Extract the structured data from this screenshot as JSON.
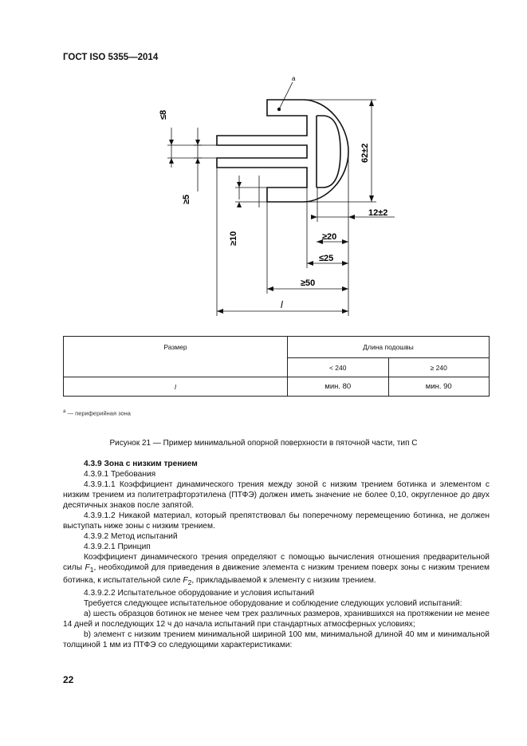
{
  "header": {
    "standard": "ГОСТ ISO 5355—2014"
  },
  "figure": {
    "labels": {
      "a": "a",
      "le8": "≤8",
      "ge5": "≥5",
      "ge10": "≥10",
      "d62": "62±2",
      "d12": "12±2",
      "ge20": "≥20",
      "le25": "≤25",
      "ge50": "≥50",
      "l": "l"
    }
  },
  "table": {
    "col_size": "Размер",
    "col_length": "Длина подошвы",
    "sub_lt": "< 240",
    "sub_ge": "≥ 240",
    "row_label": "l",
    "row_lt": "мин. 80",
    "row_ge": "мин. 90"
  },
  "footnote": {
    "mark": "a",
    "text": " — периферийная зона"
  },
  "caption": "Рисунок 21 — Пример минимальной опорной поверхности в пяточной части, тип С",
  "text": {
    "h439": "4.3.9 Зона с низким трением",
    "p4391": "4.3.9.1 Требования",
    "p43911": "4.3.9.1.1 Коэффициент динамического трения между зоной с низким трением ботинка и элементом с низким трением из политетрафторэтилена (ПТФЭ) должен иметь значение не более 0,10, округленное до двух десятичных знаков после запятой.",
    "p43912": "4.3.9.1.2 Никакой материал, который препятствовал бы поперечному перемещению ботинка, не должен выступать ниже зоны с низким трением.",
    "p4392": "4.3.9.2 Метод испытаний",
    "p43921": "4.3.9.2.1 Принцип",
    "p43921a_1": "Коэффициент динамического трения определяют с помощью вычисления отношения предварительной силы ",
    "f1": "F",
    "f1sub": "1",
    "p43921a_2": ", необходимой для приведения в движение элемента с низким трением поверх зоны с низким трением ботинка, к испытательной силе ",
    "f2": "F",
    "f2sub": "2",
    "p43921a_3": ", прикладываемой к элементу с низким трением.",
    "p43922": "4.3.9.2.2 Испытательное оборудование и условия испытаний",
    "p43922a": "Требуется следующее испытательное оборудование и соблюдение следующих условий испытаний:",
    "pa": "а) шесть образцов ботинок не менее чем трех различных размеров, хранившихся на протяжении не менее 14 дней и последующих 12 ч до начала испытаний при стандартных атмосферных условиях;",
    "pb": "b) элемент с низким трением минимальной шириной 100 мм, минимальной длиной 40 мм и минимальной толщиной 1 мм из ПТФЭ со следующими характеристиками:"
  },
  "page_number": "22"
}
